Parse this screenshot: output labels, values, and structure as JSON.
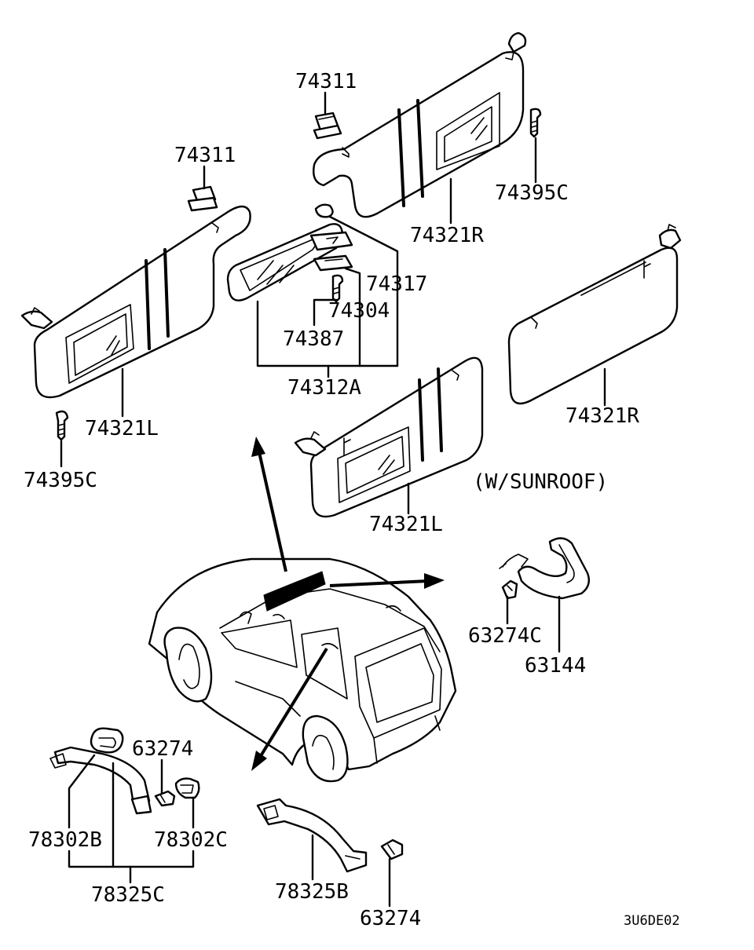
{
  "labels": {
    "p74311_a": "74311",
    "p74311_b": "74311",
    "p74395c_a": "74395C",
    "p74395c_b": "74395C",
    "p74321r_a": "74321R",
    "p74321r_b": "74321R",
    "p74321l_a": "74321L",
    "p74321l_b": "74321L",
    "p74317": "74317",
    "p74304": "74304",
    "p74387": "74387",
    "p74312a": "74312A",
    "sunroof": "(W/SUNROOF)",
    "p63274c": "63274C",
    "p63144": "63144",
    "p63274_a": "63274",
    "p63274_b": "63274",
    "p78302b": "78302B",
    "p78302c": "78302C",
    "p78325c": "78325C",
    "p78325b": "78325B"
  },
  "diagram_code": "3U6DE02"
}
